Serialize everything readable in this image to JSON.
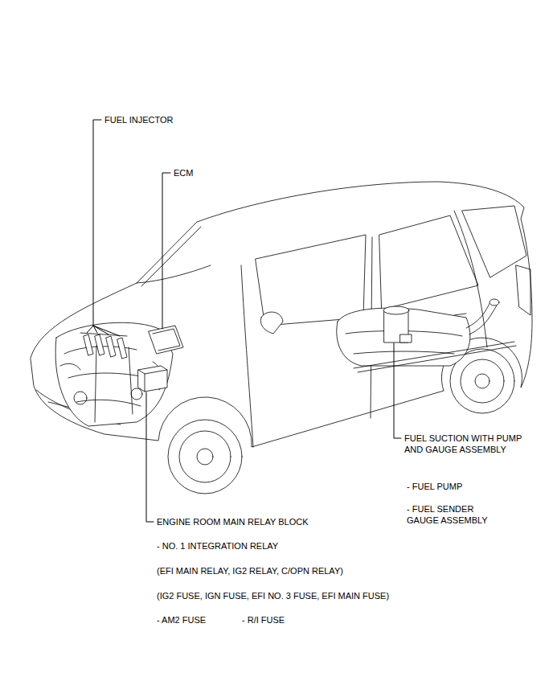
{
  "diagram": {
    "labels": [
      "FUEL INJECTOR",
      "ECM",
      "FUEL SUCTION WITH PUMP AND GAUGE ASSEMBLY",
      "- FUEL PUMP",
      "- FUEL SENDER GAUGE ASSEMBLY",
      "ENGINE ROOM MAIN RELAY BLOCK",
      "- NO. 1 INTEGRATION RELAY",
      "(EFI MAIN RELAY, IG2 RELAY, C/OPN RELAY)",
      "(IG2 FUSE, IGN FUSE, EFI NO. 3 FUSE, EFI MAIN FUSE)",
      "- AM2 FUSE",
      "- R/I FUSE"
    ]
  }
}
